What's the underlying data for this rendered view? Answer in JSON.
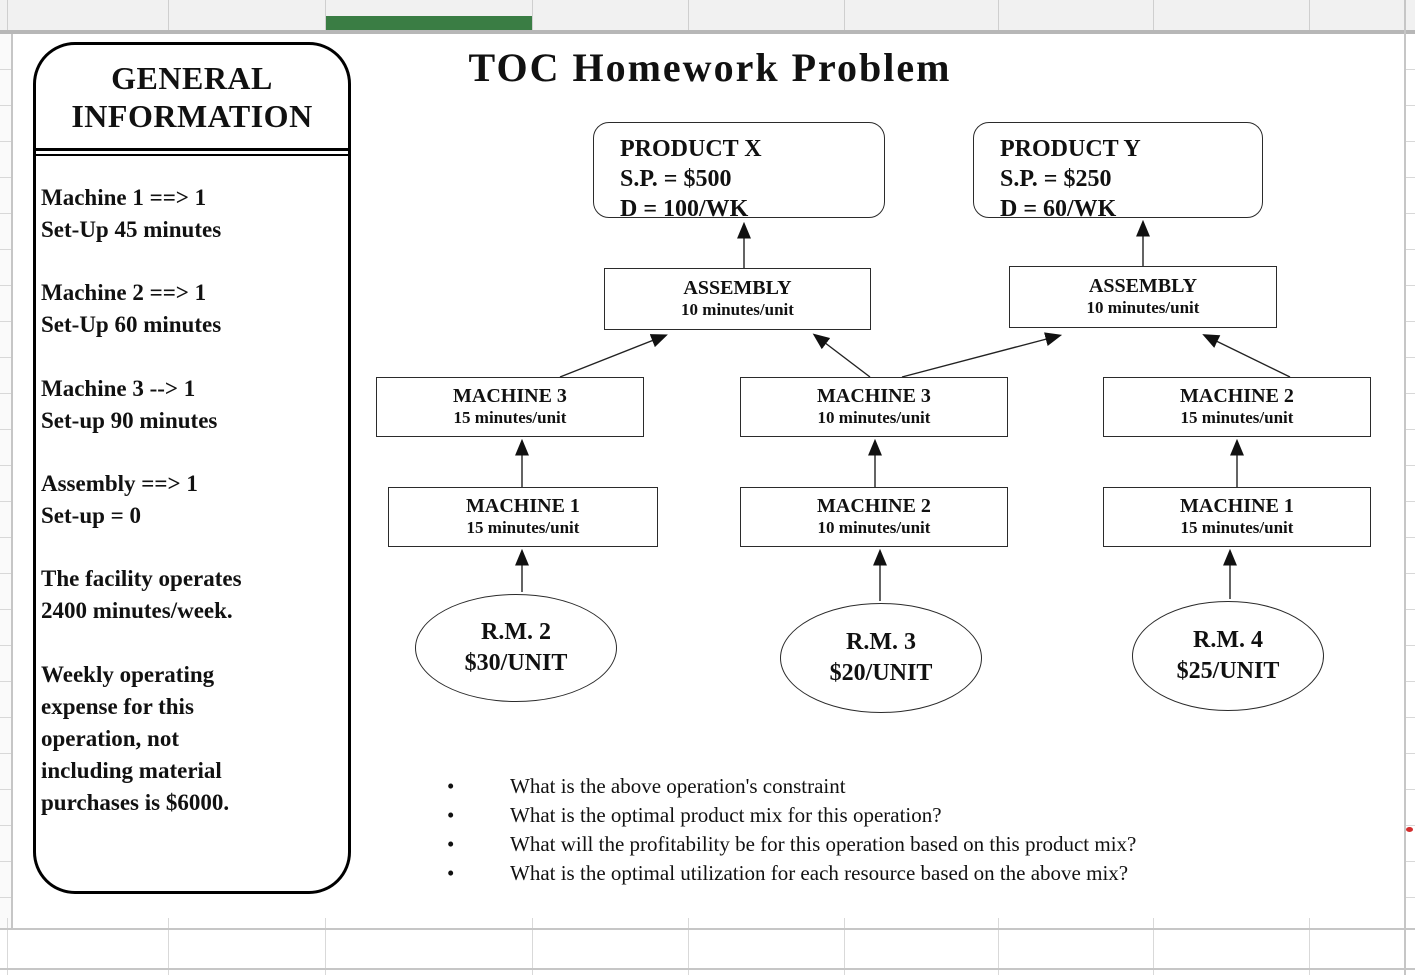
{
  "title": "TOC Homework Problem",
  "general_information": {
    "heading": [
      "GENERAL",
      "INFORMATION"
    ],
    "items": [
      {
        "lines": [
          "Machine 1 ==> 1",
          "Set-Up 45 minutes"
        ]
      },
      {
        "lines": [
          "Machine 2 ==> 1",
          "Set-Up 60 minutes"
        ]
      },
      {
        "lines": [
          "Machine 3 --> 1",
          "Set-up 90 minutes"
        ]
      },
      {
        "lines": [
          "Assembly ==> 1",
          "Set-up = 0"
        ]
      },
      {
        "lines": [
          "The facility operates",
          "2400 minutes/week."
        ]
      },
      {
        "lines": [
          "Weekly operating",
          "expense for this",
          "operation, not",
          "including  material",
          "purchases is $6000."
        ]
      }
    ]
  },
  "diagram": {
    "products": [
      {
        "name": "PRODUCT X",
        "selling_price": "S.P. = $500",
        "demand": "D = 100/WK"
      },
      {
        "name": "PRODUCT Y",
        "selling_price": "S.P. = $250",
        "demand": "D = 60/WK"
      }
    ],
    "assemblies": [
      {
        "name": "ASSEMBLY",
        "rate": "10 minutes/unit"
      },
      {
        "name": "ASSEMBLY",
        "rate": "10 minutes/unit"
      }
    ],
    "machines_row1": [
      {
        "name": "MACHINE 3",
        "rate": "15 minutes/unit"
      },
      {
        "name": "MACHINE 3",
        "rate": "10 minutes/unit"
      },
      {
        "name": "MACHINE 2",
        "rate": "15 minutes/unit"
      }
    ],
    "machines_row2": [
      {
        "name": "MACHINE 1",
        "rate": "15 minutes/unit"
      },
      {
        "name": "MACHINE 2",
        "rate": "10 minutes/unit"
      },
      {
        "name": "MACHINE 1",
        "rate": "15 minutes/unit"
      }
    ],
    "raw_materials": [
      {
        "name": "R.M. 2",
        "cost": "$30/UNIT"
      },
      {
        "name": "R.M. 3",
        "cost": "$20/UNIT"
      },
      {
        "name": "R.M. 4",
        "cost": "$25/UNIT"
      }
    ]
  },
  "questions": {
    "bullet": "•",
    "items": [
      "What is the above operation's constraint",
      "What is the optimal product mix  for this operation?",
      "What will  the profitability  be for this operation based on this product mix?",
      "What is the optimal  utilization  for each resource based on the above mix?"
    ]
  },
  "colors": {
    "green_cell": "#3a7d44",
    "red_marker": "#d22d2d",
    "grid_line": "#cfcfcf",
    "diagram_line": "#222222"
  }
}
